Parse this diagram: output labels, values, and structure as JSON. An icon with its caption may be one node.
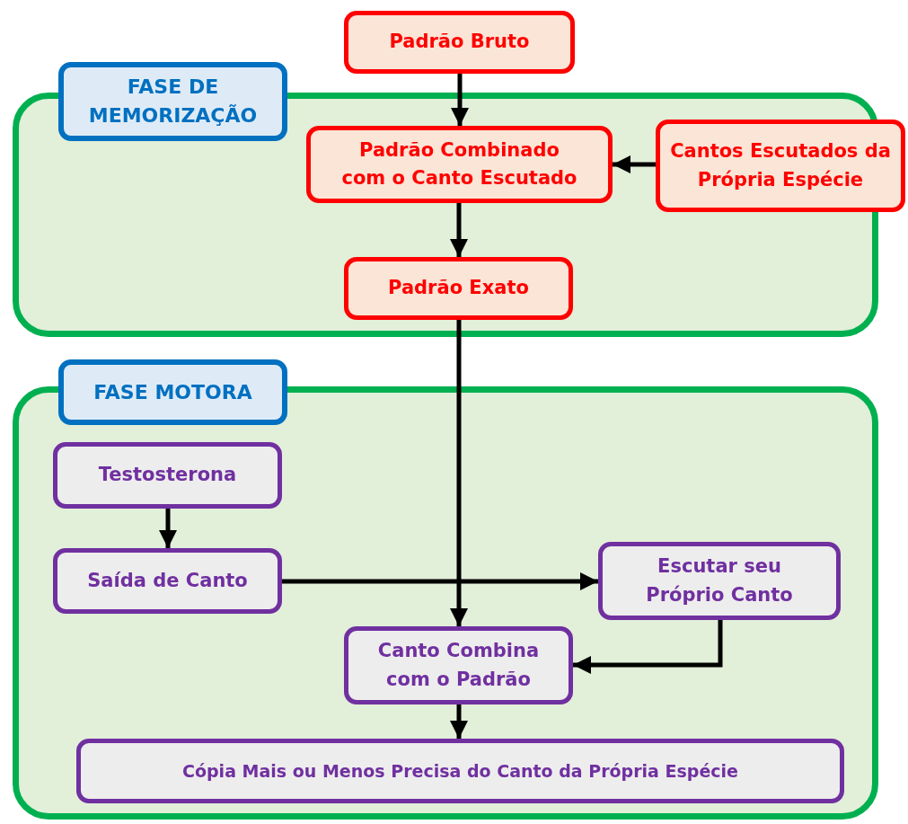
{
  "diagram": {
    "nodes": [
      {
        "text": [
          "Padrão Bruto"
        ]
      },
      {
        "text": [
          "FASE DE MEMORIZAÇÃO"
        ]
      },
      {
        "text": [
          "Padrão Combinado com o Canto Escutado"
        ],
        "in": 1
      },
      {
        "text": [
          "Cantos Escutados da Própria Espécie"
        ]
      },
      {
        "text": [
          "Padrão Exato"
        ],
        "in": 1
      },
      {
        "text": [
          "FASE MOTORA"
        ]
      },
      {
        "text": [
          "Testosterona"
        ],
        "in": 5
      },
      {
        "text": [
          "Saída de Canto"
        ],
        "in": 5
      },
      {
        "text": [
          "Escutar seu Próprio Canto"
        ],
        "in": 5
      },
      {
        "text": [
          "Canto Combina com o Padrão"
        ],
        "in": 5
      },
      {
        "text": [
          "Cópia Mais ou Menos Precisa do Canto da Própria Espécie"
        ],
        "in": 5
      }
    ],
    "edges": [
      {
        "from": 0,
        "to": 2,
        "arrow": "to"
      },
      {
        "from": 3,
        "to": 2,
        "arrow": "to"
      },
      {
        "from": 2,
        "to": 4,
        "arrow": "to"
      },
      {
        "from": 4,
        "to": 9,
        "arrow": "to"
      },
      {
        "from": 6,
        "to": 7,
        "arrow": "to"
      },
      {
        "from": 7,
        "to": 8,
        "arrow": "to"
      },
      {
        "from": 8,
        "to": 9,
        "arrow": "to"
      },
      {
        "from": 9,
        "to": 10,
        "arrow": "to"
      }
    ]
  }
}
